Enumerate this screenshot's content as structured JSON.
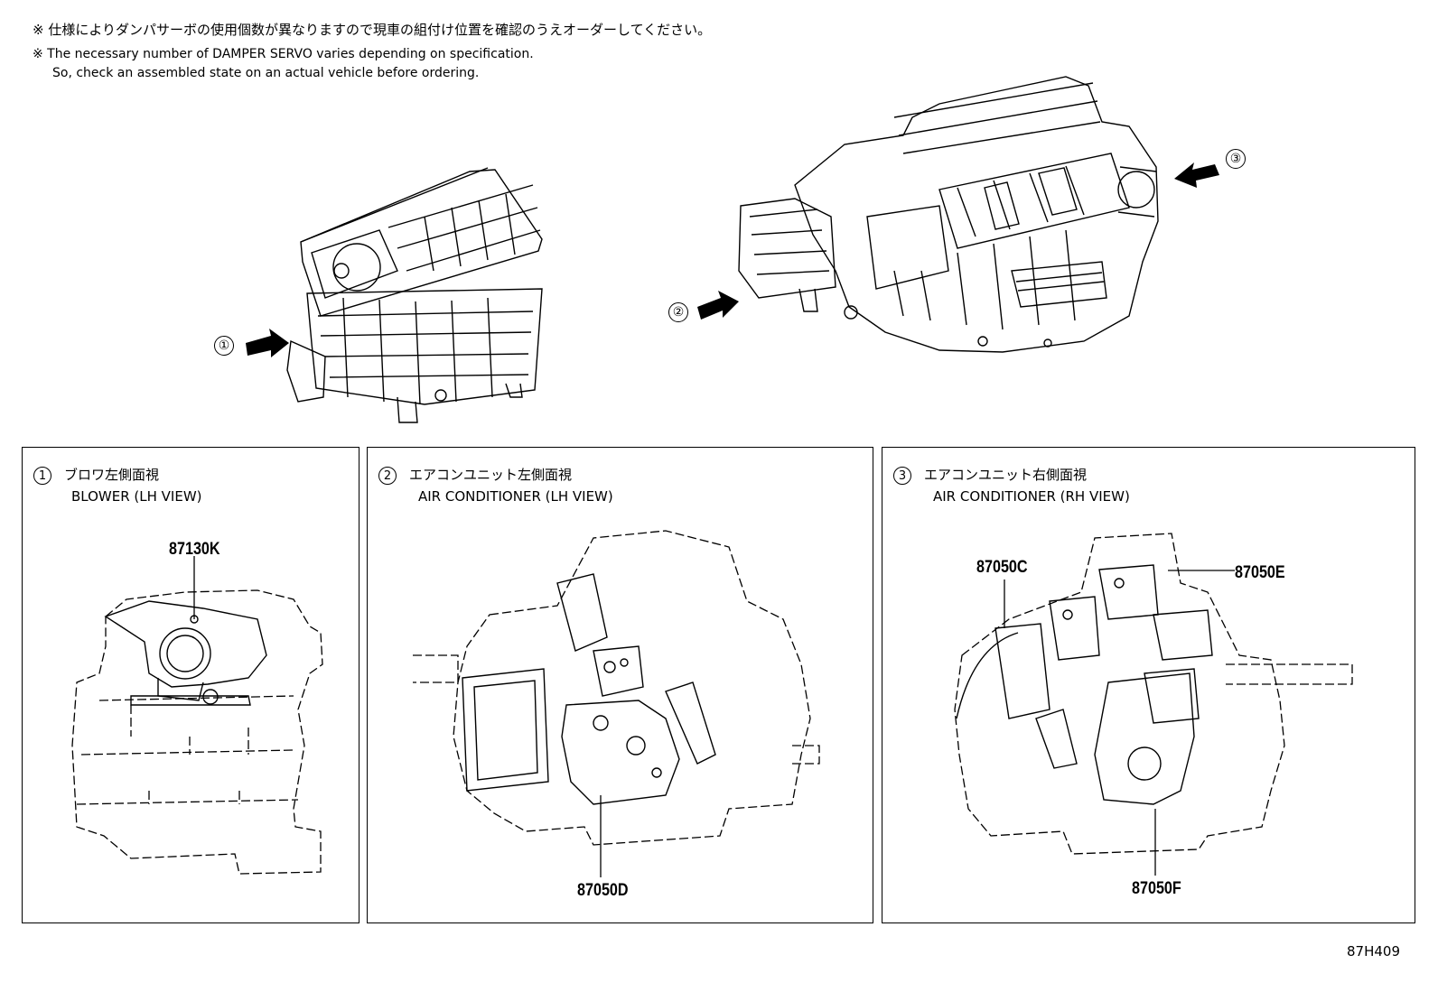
{
  "notes": {
    "jp": "※ 仕様によりダンパサーボの使用個数が異なりますので現車の組付け位置を確認のうえオーダーしてください。",
    "en_line1": "※ The necessary number of DAMPER SERVO varies depending on specification.",
    "en_line2": "So, check an assembled state on an actual vehicle before ordering."
  },
  "callouts": [
    "①",
    "②",
    "③"
  ],
  "panels": [
    {
      "num": "1",
      "title_jp": "ブロワ左側面視",
      "title_en": "BLOWER (LH VIEW)",
      "parts": [
        "87130K"
      ]
    },
    {
      "num": "2",
      "title_jp": "エアコンユニット左側面視",
      "title_en": "AIR CONDITIONER (LH VIEW)",
      "parts": [
        "87050D"
      ]
    },
    {
      "num": "3",
      "title_jp": "エアコンユニット右側面視",
      "title_en": "AIR CONDITIONER (RH VIEW)",
      "parts": [
        "87050C",
        "87050E",
        "87050F"
      ]
    }
  ],
  "ref_code": "87H409"
}
